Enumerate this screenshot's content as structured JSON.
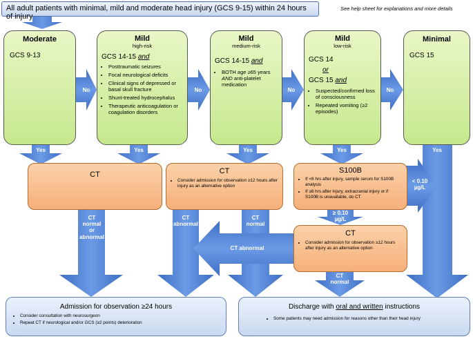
{
  "header": {
    "title": "All adult patients with minimal, mild and moderate head injury (GCS 9-15) within 24 hours of injury",
    "help": "See help sheet for explanations and more details"
  },
  "categories": {
    "moderate": {
      "title": "Moderate",
      "subtitle": "",
      "gcs": "GCS 9-13",
      "items": []
    },
    "mild_high": {
      "title": "Mild",
      "subtitle": "high-risk",
      "gcs_prefix": "GCS 14-15 ",
      "gcs_and": "and",
      "items": [
        "Posttraumatic seizures",
        "Focal neurological deficits",
        "Clinical signs of depressed or basal skull fracture",
        "Shunt-treated hydrocephalus",
        "Therapeutic anticoagulation or coagulation disorders"
      ]
    },
    "mild_medium": {
      "title": "Mild",
      "subtitle": "medium-risk",
      "gcs_prefix": "GCS 14-15 ",
      "gcs_and": "and",
      "item_pre": "BOTH age ≥65 years ",
      "item_and": "AND",
      "item_post": " anti-platelet medication"
    },
    "mild_low": {
      "title": "Mild",
      "subtitle": "low-risk",
      "gcs_a": "GCS 14",
      "or": "or",
      "gcs_b_prefix": "GCS 15 ",
      "gcs_b_and": "and",
      "items": [
        "Suspected/confirmed loss of consciousness",
        "Repeated vomiting  (≥2 episodes)"
      ]
    },
    "minimal": {
      "title": "Minimal",
      "gcs": "GCS 15"
    }
  },
  "ct1": {
    "title": "CT"
  },
  "ct2": {
    "title": "CT",
    "note": "Consider admission for observation ≥12 hours after injury as an alternative option"
  },
  "s100b": {
    "title": "S100B",
    "items": [
      "If <6 hrs after injury, sample serum for S100B analysis",
      "If ≥6 hrs after injury, extracranial injury or if S100B is unavailable, do CT"
    ]
  },
  "ct3": {
    "title": "CT",
    "note": "Consider admission for observation ≥12 hours after injury as an alternative option"
  },
  "admission": {
    "title": "Admission for observation ≥24 hours",
    "items": [
      "Consider consultation with neurosurgeon",
      "Repeat CT if neurological and/or GCS (≥2 points) deterioration"
    ]
  },
  "discharge": {
    "title_pre": "Discharge with ",
    "title_u": "oral and written",
    "title_post": " instructions",
    "items": [
      "Some patients may need admission for reasons other than their head injury"
    ]
  },
  "arrow_labels": {
    "no": "No",
    "yes": "Yes",
    "ct_normal_or_abnormal": [
      "CT",
      "normal",
      "or",
      "abnormal"
    ],
    "ct_abnormal": [
      "CT",
      "abnormal"
    ],
    "ct_normal": [
      "CT",
      "normal"
    ],
    "ct_abnormal_wide": "CT abnormal",
    "s100b_low": [
      "< 0.10",
      "µg/L"
    ],
    "s100b_high": [
      "≥ 0.10",
      "µg/L"
    ]
  },
  "colors": {
    "arrow": "#4a7fd6",
    "green": "#c6e88d",
    "orange": "#f6b07a",
    "blue_box": "#c9d9f0"
  }
}
